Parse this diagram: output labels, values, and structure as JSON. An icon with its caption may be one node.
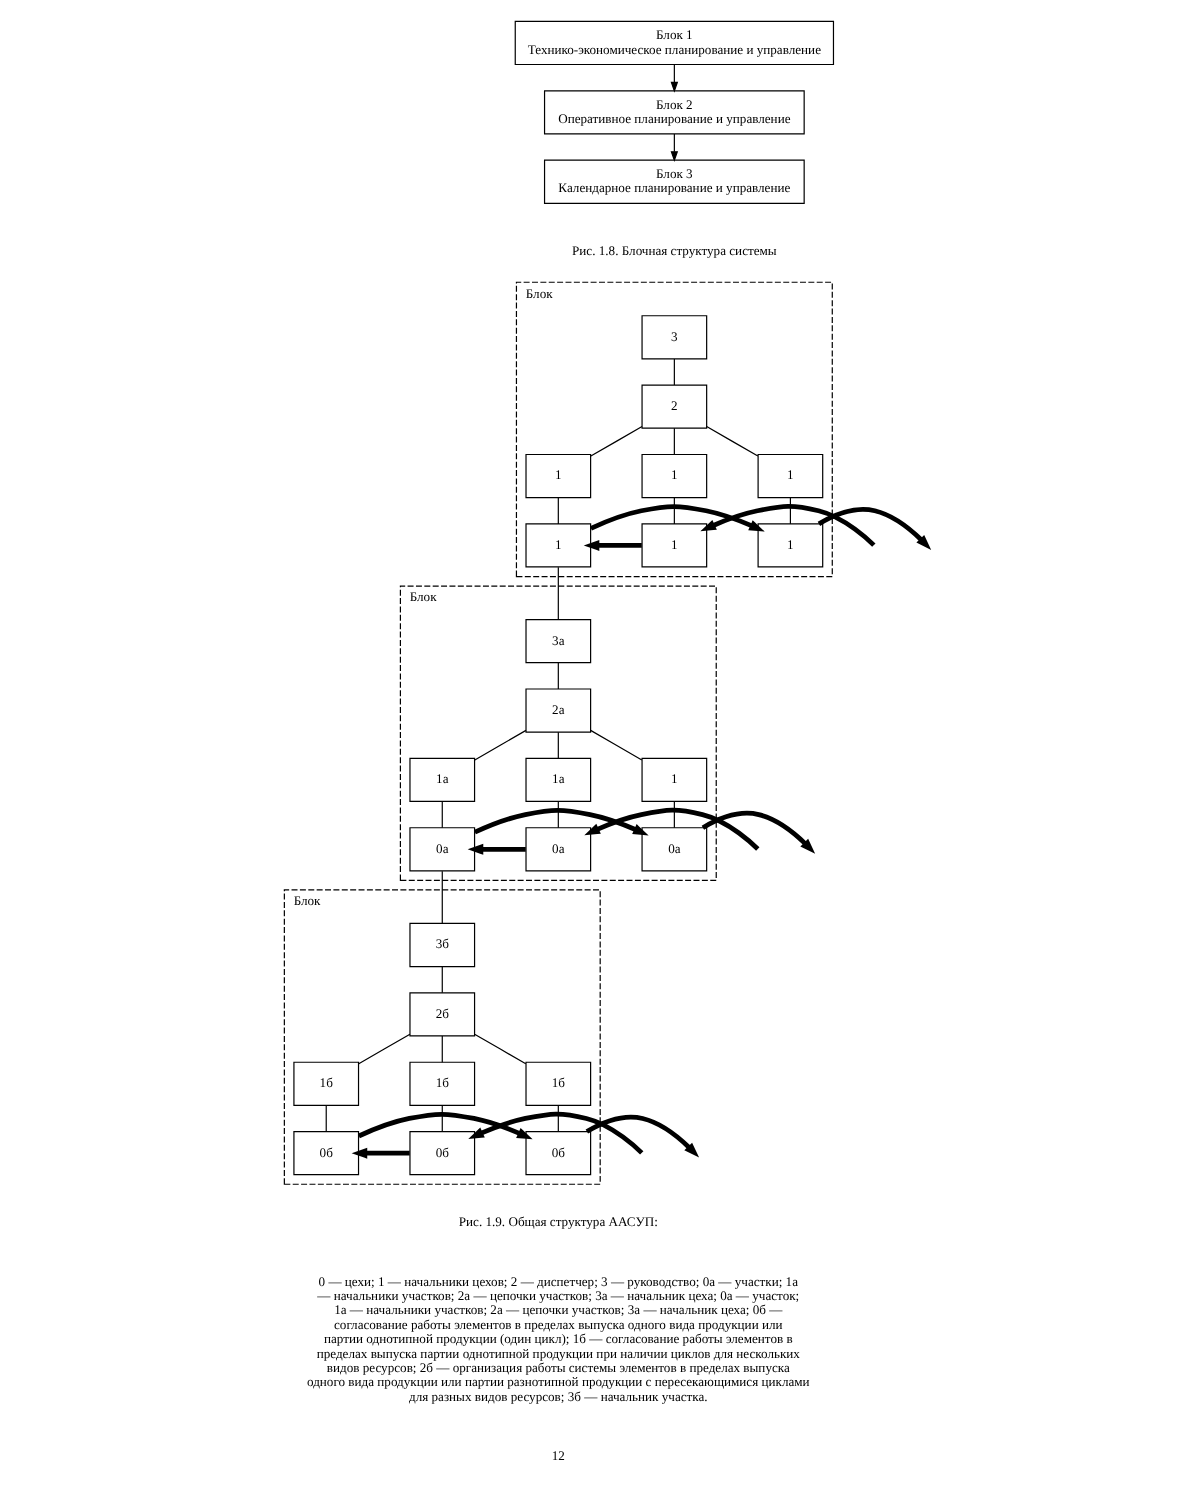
{
  "diagram": {
    "nodes": [
      {
        "text": [
          "Блок 1",
          "Технико-экономическое планирование и управление"
        ]
      },
      {
        "text": [
          "Блок 2",
          "Оперативное планирование и управление"
        ]
      },
      {
        "text": [
          "Блок 3",
          "Календарное планирование и управление"
        ]
      },
      {
        "text": [
          "Блок"
        ]
      },
      {
        "text": [
          "3"
        ],
        "in": 3
      },
      {
        "text": [
          "2"
        ],
        "in": 3
      },
      {
        "text": [
          "1"
        ],
        "in": 3
      },
      {
        "text": [
          "1"
        ],
        "in": 3
      },
      {
        "text": [
          "1"
        ],
        "in": 3
      },
      {
        "text": [
          "1"
        ],
        "in": 3
      },
      {
        "text": [
          "1"
        ],
        "in": 3
      },
      {
        "text": [
          "1"
        ],
        "in": 3
      },
      {
        "text": [
          "Блок"
        ]
      },
      {
        "text": [
          "3а"
        ],
        "in": 12
      },
      {
        "text": [
          "2а"
        ],
        "in": 12
      },
      {
        "text": [
          "1а"
        ],
        "in": 12
      },
      {
        "text": [
          "1а"
        ],
        "in": 12
      },
      {
        "text": [
          "1"
        ],
        "in": 12
      },
      {
        "text": [
          "0а"
        ],
        "in": 12
      },
      {
        "text": [
          "0а"
        ],
        "in": 12
      },
      {
        "text": [
          "0а"
        ],
        "in": 12
      },
      {
        "text": [
          "Блок"
        ]
      },
      {
        "text": [
          "3б"
        ],
        "in": 21
      },
      {
        "text": [
          "2б"
        ],
        "in": 21
      },
      {
        "text": [
          "1б"
        ],
        "in": 21
      },
      {
        "text": [
          "1б"
        ],
        "in": 21
      },
      {
        "text": [
          "1б"
        ],
        "in": 21
      },
      {
        "text": [
          "0б"
        ],
        "in": 21
      },
      {
        "text": [
          "0б"
        ],
        "in": 21
      },
      {
        "text": [
          "0б"
        ],
        "in": 21
      }
    ],
    "edges": [
      {
        "from": 0,
        "to": 1,
        "arrow": "to"
      },
      {
        "from": 1,
        "to": 2,
        "arrow": "to"
      },
      {
        "from": 4,
        "to": 5,
        "arrow": "none"
      },
      {
        "from": 5,
        "to": 6,
        "arrow": "none"
      },
      {
        "from": 5,
        "to": 7,
        "arrow": "none"
      },
      {
        "from": 5,
        "to": 8,
        "arrow": "none"
      },
      {
        "from": 6,
        "to": 9,
        "arrow": "none"
      },
      {
        "from": 7,
        "to": 10,
        "arrow": "none"
      },
      {
        "from": 8,
        "to": 11,
        "arrow": "none"
      },
      {
        "from": null,
        "to": 9,
        "arrow": "to",
        "style": "thick"
      },
      {
        "from": 9,
        "to": 10,
        "arrow": "to",
        "style": "thick"
      },
      {
        "from": 10,
        "to": 11,
        "arrow": "to",
        "style": "thick"
      },
      {
        "from": 11,
        "to": null,
        "arrow": "to",
        "style": "thick"
      },
      {
        "from": 10,
        "to": 13,
        "arrow": "none"
      },
      {
        "from": 13,
        "to": 14,
        "arrow": "none"
      },
      {
        "from": 14,
        "to": 15,
        "arrow": "none"
      },
      {
        "from": 14,
        "to": 16,
        "arrow": "none"
      },
      {
        "from": 14,
        "to": 17,
        "arrow": "none"
      },
      {
        "from": 15,
        "to": 18,
        "arrow": "none"
      },
      {
        "from": 16,
        "to": 19,
        "arrow": "none"
      },
      {
        "from": 17,
        "to": 20,
        "arrow": "none"
      },
      {
        "from": null,
        "to": 18,
        "arrow": "to",
        "style": "thick"
      },
      {
        "from": 18,
        "to": 19,
        "arrow": "to",
        "style": "thick"
      },
      {
        "from": 19,
        "to": 20,
        "arrow": "to",
        "style": "thick"
      },
      {
        "from": 20,
        "to": null,
        "arrow": "to",
        "style": "thick"
      },
      {
        "from": 19,
        "to": 22,
        "arrow": "none"
      },
      {
        "from": 22,
        "to": 23,
        "arrow": "none"
      },
      {
        "from": 23,
        "to": 24,
        "arrow": "none"
      },
      {
        "from": 23,
        "to": 25,
        "arrow": "none"
      },
      {
        "from": 23,
        "to": 26,
        "arrow": "none"
      },
      {
        "from": 24,
        "to": 27,
        "arrow": "none"
      },
      {
        "from": 25,
        "to": 28,
        "arrow": "none"
      },
      {
        "from": 26,
        "to": 29,
        "arrow": "none"
      },
      {
        "from": null,
        "to": 27,
        "arrow": "to",
        "style": "thick"
      },
      {
        "from": 27,
        "to": 28,
        "arrow": "to",
        "style": "thick"
      },
      {
        "from": 28,
        "to": 29,
        "arrow": "to",
        "style": "thick"
      },
      {
        "from": 29,
        "to": null,
        "arrow": "to",
        "style": "thick"
      }
    ],
    "labels": [
      "Рис. 1.8. Блочная структура системы",
      "Рис. 1.9. Общая структура ААСУП:",
      "0 — цехи; 1 — начальники цехов; 2 — диспетчер; 3 — руководство; 0а — участки; 1а — начальники участков; 2а — цепочки участков; 3а — начальник цеха; 0а — участок; 1а — начальники участков; 2а — цепочки участков; 3а — начальник цеха; 0б — согласование работы элементов в пределах выпуска одного вида продукции или партии однотипной продукции (один цикл); 1б — согласование работы элементов в пределах выпуска партии однотипной продукции при наличии циклов для нескольких видов ресурсов; 2б — организация работы системы элементов в пределах выпуска одного вида продукции или партии разнотипной продукции с пересекающимися циклами для разных видов ресурсов; 3б — начальник участка.",
      "12"
    ]
  }
}
